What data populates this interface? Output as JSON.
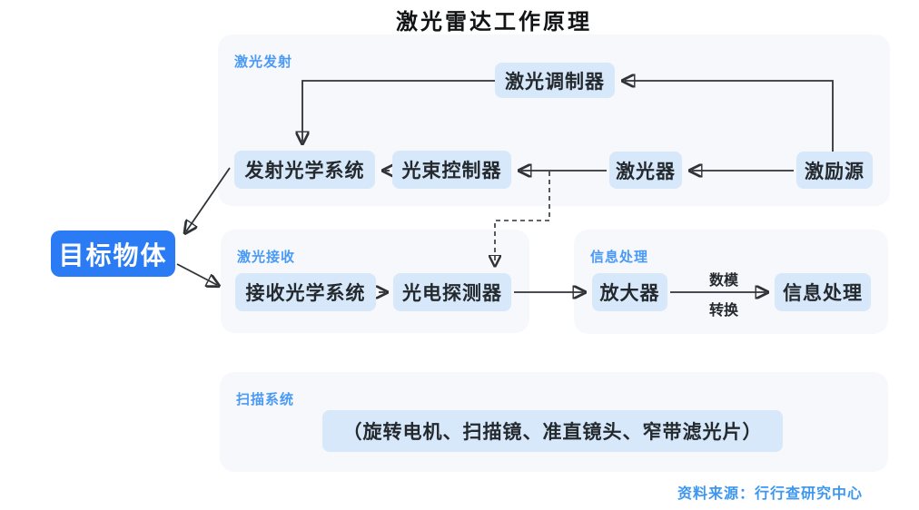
{
  "title": "激光雷达工作原理",
  "source": "资料来源：行行查研究中心",
  "target_node": "目标物体",
  "panels": {
    "emission_label": "激光发射",
    "reception_label": "激光接收",
    "processing_label": "信息处理",
    "scanning_label": "扫描系统"
  },
  "nodes": {
    "modulator": "激光调制器",
    "emit_optics": "发射光学系统",
    "beam_controller": "光束控制器",
    "laser": "激光器",
    "excitation": "激励源",
    "recv_optics": "接收光学系统",
    "photodetector": "光电探测器",
    "amplifier": "放大器",
    "info_processing": "信息处理",
    "scanning_components": "（旋转电机、扫描镜、准直镜头、窄带滤光片）"
  },
  "arrow_labels": {
    "adc_line1": "数模",
    "adc_line2": "转换"
  },
  "colors": {
    "accent_blue": "#2b7cf4",
    "label_blue": "#4a9af5",
    "node_bg": "#d7e8fb",
    "panel_bg": "#f6f8fb",
    "source_blue": "#3e97ef",
    "arrow": "#2f3337"
  }
}
